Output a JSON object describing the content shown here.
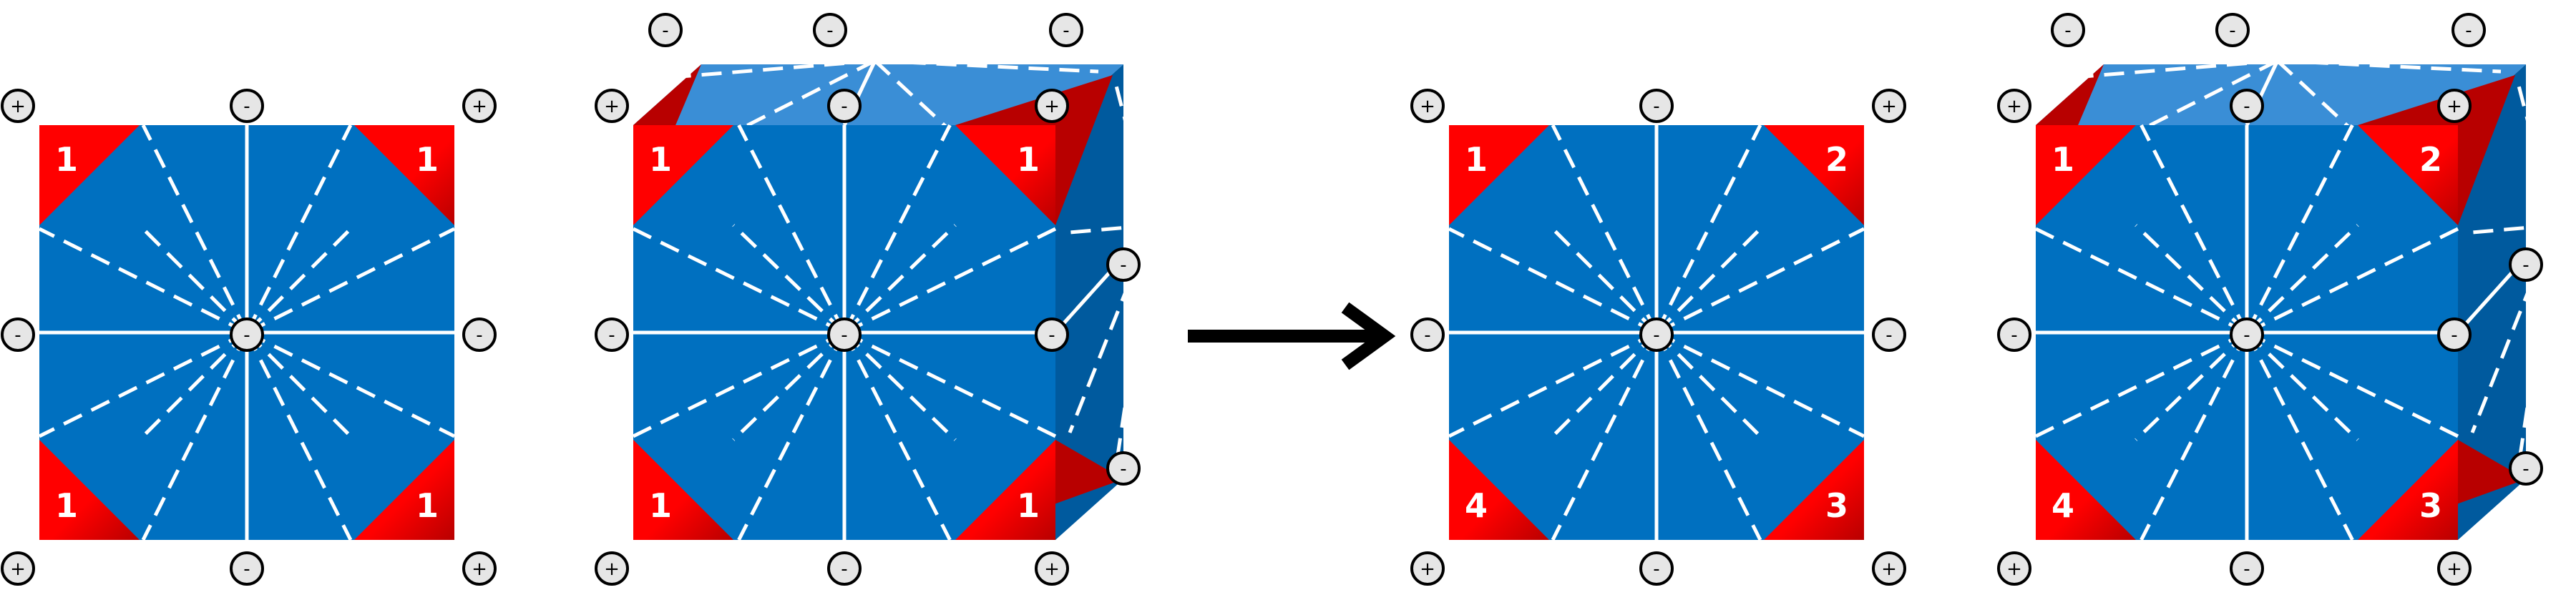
{
  "colors": {
    "face": "#0070c0",
    "top": "#3a8ed6",
    "side": "#005a9e",
    "corner": "#ff0000",
    "corner_dark": "#b80000"
  },
  "panels": [
    {
      "id": "p1",
      "corner_labels": [
        "1",
        "1",
        "1",
        "1"
      ]
    },
    {
      "id": "p2",
      "corner_labels": [
        "1",
        "1",
        "1",
        "1"
      ]
    },
    {
      "id": "p3",
      "corner_labels": [
        "1",
        "2",
        "4",
        "3"
      ]
    },
    {
      "id": "p4",
      "corner_labels": [
        "1",
        "2",
        "4",
        "3"
      ]
    }
  ],
  "signs": {
    "plus": "+",
    "minus": "-"
  },
  "arrow": {
    "icon": "right-arrow-icon"
  }
}
